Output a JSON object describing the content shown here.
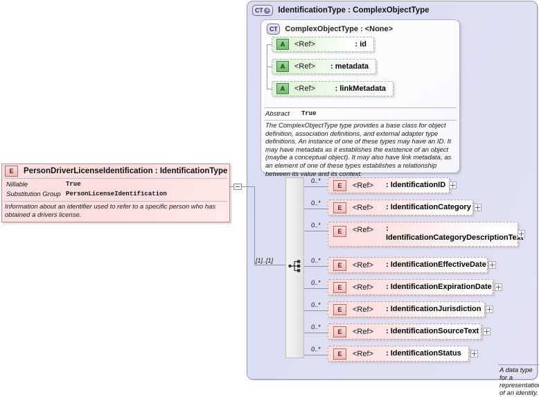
{
  "type_panel": {
    "badge": "CT",
    "badge_expand": "+",
    "title": "IdentificationType : ComplexObjectType",
    "footer_doc": "A data type for a representation of an identity."
  },
  "base_panel": {
    "badge": "CT",
    "title": "ComplexObjectType : <None>",
    "attributes": [
      {
        "badge": "A",
        "ref": "<Ref>",
        "name": ": id"
      },
      {
        "badge": "A",
        "ref": "<Ref>",
        "name": ": metadata"
      },
      {
        "badge": "A",
        "ref": "<Ref>",
        "name": ": linkMetadata"
      }
    ],
    "properties": [
      {
        "key": "Abstract",
        "value": "True"
      }
    ],
    "documentation": "The ComplexObjectType type provides a base class for object definition, association definitions, and external adapter type definitions. An instance of one of these types may have an ID. It may have metadata as it establishes the existence of an object (maybe a conceptual object). It may also have link metadata, as an element of one of these types establishes a relationship between its value and its context."
  },
  "left_element": {
    "badge": "E",
    "title": "PersonDriverLicenseIdentification : IdentificationType",
    "properties": [
      {
        "key": "Nillable",
        "value": "True"
      },
      {
        "key": "Substitution Group",
        "value": "PersonLicenseIdentification"
      }
    ],
    "documentation": "Information about an identifier used to refer to a specific person who has obtained a drivers license."
  },
  "compositor": {
    "kind": "sequence-icon",
    "cardinality": "[1]..[1]"
  },
  "elements": [
    {
      "badge": "E",
      "cardinality": "0..*",
      "ref": "<Ref>",
      "name": ": IdentificationID",
      "expand": "+"
    },
    {
      "badge": "E",
      "cardinality": "0..*",
      "ref": "<Ref>",
      "name": ": IdentificationCategory",
      "expand": "+"
    },
    {
      "badge": "E",
      "cardinality": "0..*",
      "ref": "<Ref>",
      "name": ": IdentificationCategoryDescriptionText",
      "expand": "+"
    },
    {
      "badge": "E",
      "cardinality": "0..*",
      "ref": "<Ref>",
      "name": ": IdentificationEffectiveDate",
      "expand": "+"
    },
    {
      "badge": "E",
      "cardinality": "0..*",
      "ref": "<Ref>",
      "name": ": IdentificationExpirationDate",
      "expand": "+"
    },
    {
      "badge": "E",
      "cardinality": "0..*",
      "ref": "<Ref>",
      "name": ": IdentificationJurisdiction",
      "expand": "+"
    },
    {
      "badge": "E",
      "cardinality": "0..*",
      "ref": "<Ref>",
      "name": ": IdentificationSourceText",
      "expand": "+"
    },
    {
      "badge": "E",
      "cardinality": "0..*",
      "ref": "<Ref>",
      "name": ": IdentificationStatus",
      "expand": "+"
    }
  ],
  "colors": {
    "panel_bg": "#dedef2",
    "attribute_bg": "#dff2d8",
    "element_bg": "#fbdede",
    "panel_border": "#9a9ab4"
  }
}
